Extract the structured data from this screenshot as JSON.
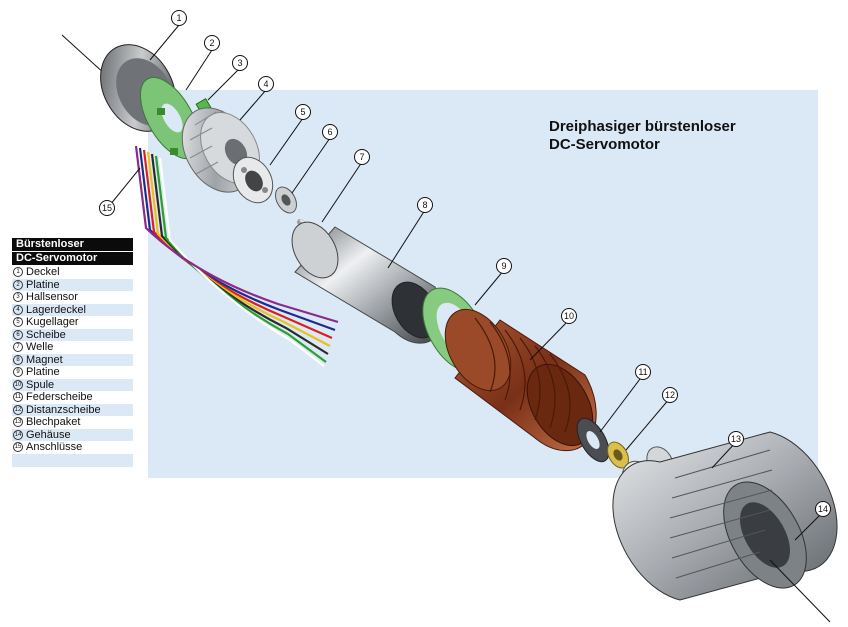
{
  "title": {
    "line1": "Dreiphasiger bürstenloser",
    "line2": "DC-Servomotor"
  },
  "legend": {
    "header_line1": "Bürstenloser",
    "header_line2": "DC-Servomotor",
    "items": [
      {
        "num": "1",
        "label": "Deckel"
      },
      {
        "num": "2",
        "label": "Platine"
      },
      {
        "num": "3",
        "label": "Hallsensor"
      },
      {
        "num": "4",
        "label": "Lagerdeckel"
      },
      {
        "num": "5",
        "label": "Kugellager"
      },
      {
        "num": "6",
        "label": "Scheibe"
      },
      {
        "num": "7",
        "label": "Welle"
      },
      {
        "num": "8",
        "label": "Magnet"
      },
      {
        "num": "9",
        "label": "Platine"
      },
      {
        "num": "10",
        "label": "Spule"
      },
      {
        "num": "11",
        "label": "Federscheibe"
      },
      {
        "num": "12",
        "label": "Distanzscheibe"
      },
      {
        "num": "13",
        "label": "Blechpaket"
      },
      {
        "num": "14",
        "label": "Gehäuse"
      },
      {
        "num": "15",
        "label": "Anschlüsse"
      }
    ]
  },
  "callouts": [
    "1",
    "2",
    "3",
    "4",
    "5",
    "6",
    "7",
    "8",
    "9",
    "10",
    "11",
    "12",
    "13",
    "14",
    "15"
  ],
  "colors": {
    "panel": "#dbe8f6",
    "pcb_green": "#7cc576",
    "copper": "#8a3b1e",
    "steel": "#b8bcc0"
  }
}
